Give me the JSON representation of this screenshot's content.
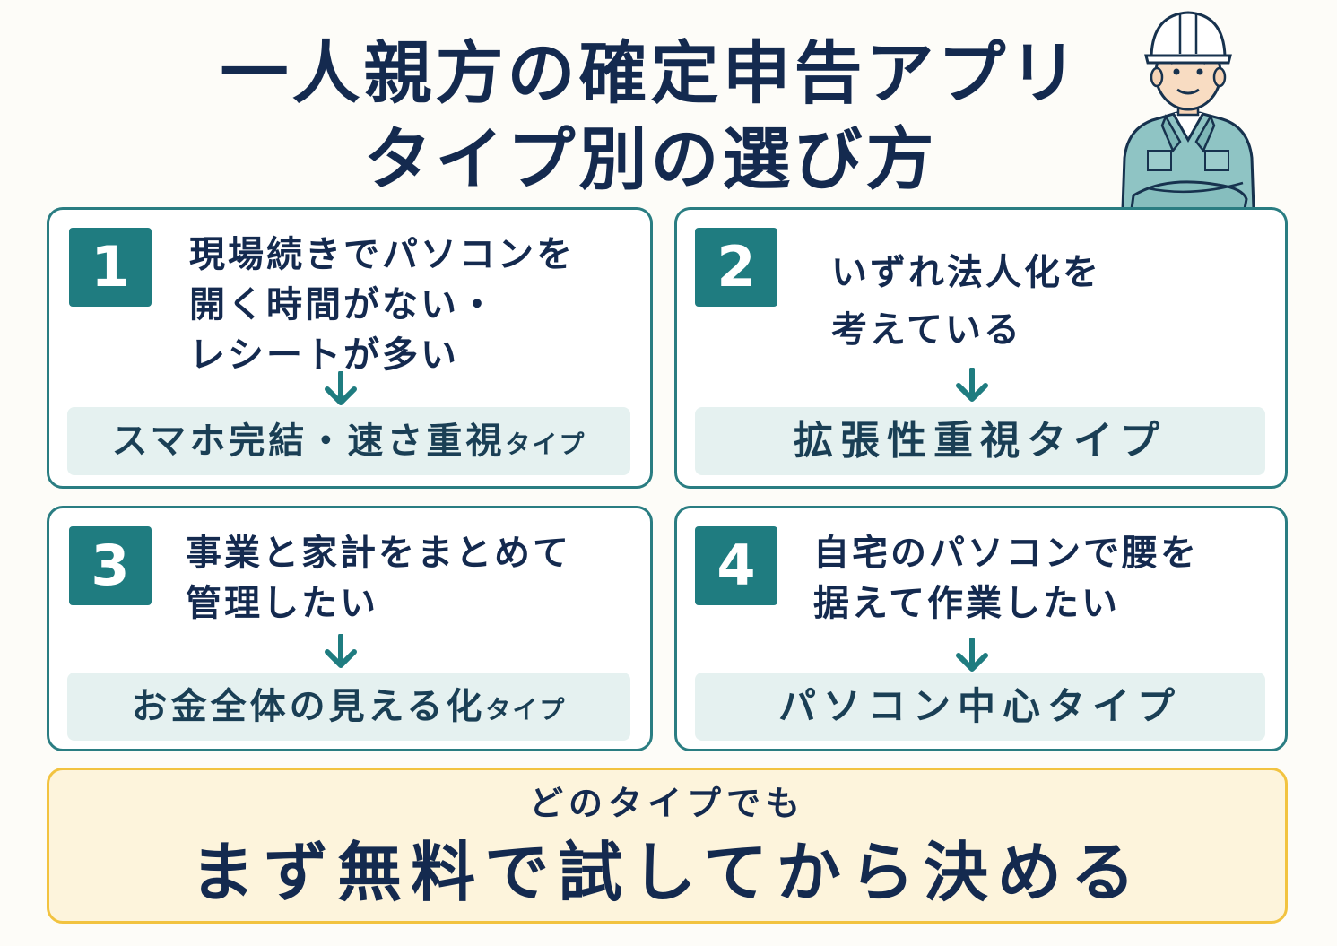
{
  "title": {
    "line1": "一人親方の確定申告アプリ",
    "line2": "タイプ別の選び方"
  },
  "cards": [
    {
      "number": "1",
      "lines": [
        "現場続きでパソコンを",
        "開く時間がない・",
        "レシートが多い"
      ],
      "type_main": "スマホ完結・速さ重視",
      "type_suffix": "タイプ"
    },
    {
      "number": "2",
      "lines": [
        "いずれ法人化を",
        "考えている"
      ],
      "type_main": "拡張性重視タイプ",
      "type_suffix": ""
    },
    {
      "number": "3",
      "lines": [
        "事業と家計をまとめて",
        "管理したい"
      ],
      "type_main": "お金全体の見える化",
      "type_suffix": "タイプ"
    },
    {
      "number": "4",
      "lines": [
        "自宅のパソコンで腰を",
        "据えて作業したい"
      ],
      "type_main": "パソコン中心タイプ",
      "type_suffix": ""
    }
  ],
  "footer": {
    "sub": "どのタイプでも",
    "main": "まず無料で試してから決める"
  },
  "colors": {
    "navy": "#142a4f",
    "teal": "#1f7c80",
    "teal_light": "#e5f1f0",
    "cream": "#fdf4dc",
    "gold": "#f2c340"
  }
}
